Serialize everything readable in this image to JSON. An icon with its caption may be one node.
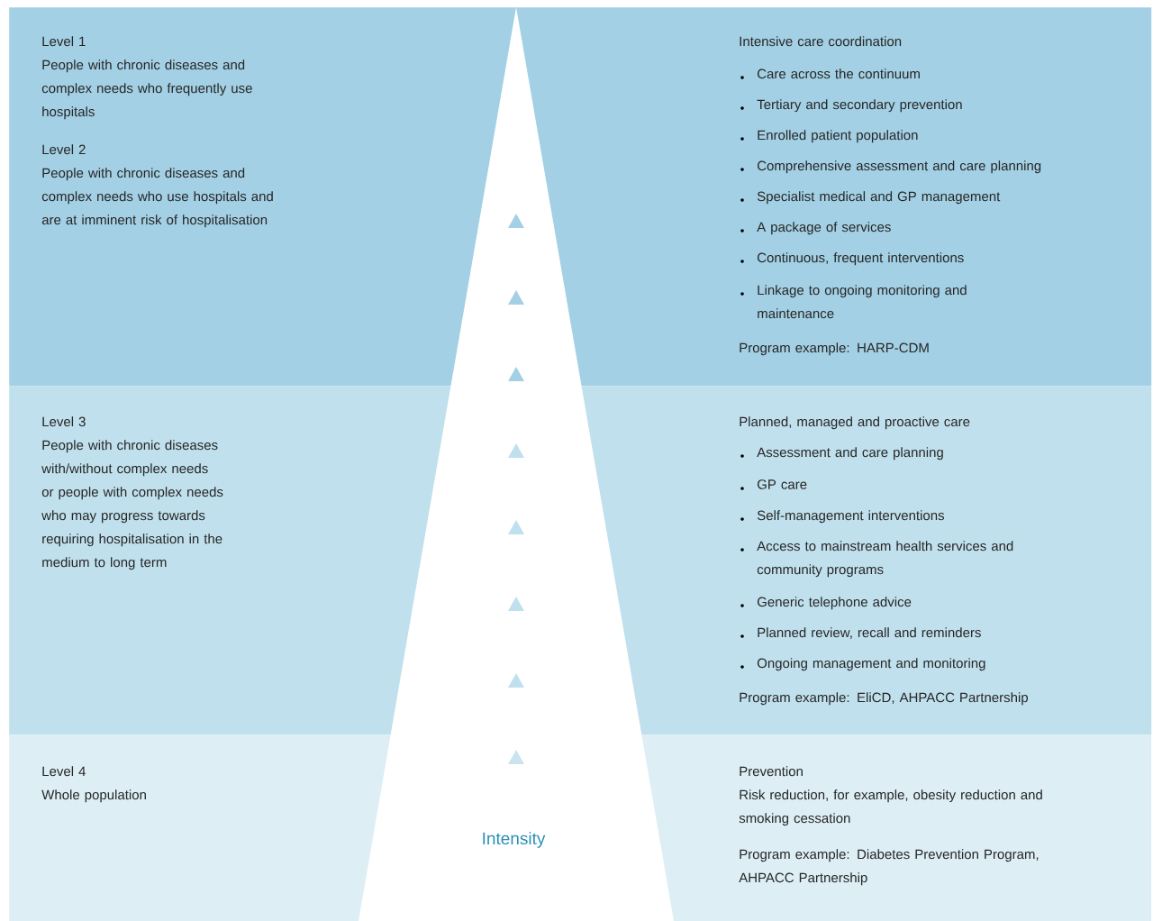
{
  "diagram": {
    "nodes": [
      {
        "text": [
          "Level 1",
          "People with chronic diseases and complex needs who frequently use hospitals",
          "Level 2",
          "People with chronic diseases and complex needs who use hospitals and are at imminent risk of hospitalisation",
          "Intensive care coordination",
          "Care across the continuum",
          "Tertiary and secondary prevention",
          "Enrolled patient population",
          "Comprehensive assessment and care planning",
          "Specialist medical and GP management",
          "A package of services",
          "Continuous, frequent interventions",
          "Linkage to ongoing monitoring and maintenance",
          "Program example: HARP-CDM"
        ]
      },
      {
        "text": [
          "Level 3",
          "People with chronic diseases with/without complex needs or people with complex needs who may progress towards requiring hospitalisation in the medium to long term",
          "Planned, managed and proactive care",
          "Assessment and care planning",
          "GP care",
          "Self-management interventions",
          "Access to mainstream health services and community programs",
          "Generic telephone advice",
          "Planned review, recall and reminders",
          "Ongoing management and monitoring",
          "Program example: EliCD, AHPACC Partnership"
        ]
      },
      {
        "text": [
          "Level 4",
          "Whole population",
          "Prevention",
          "Risk reduction, for example, obesity reduction and smoking cessation",
          "Program example: Diabetes Prevention Program, AHPACC Partnership"
        ]
      }
    ],
    "labels": [
      "Intensity"
    ]
  }
}
